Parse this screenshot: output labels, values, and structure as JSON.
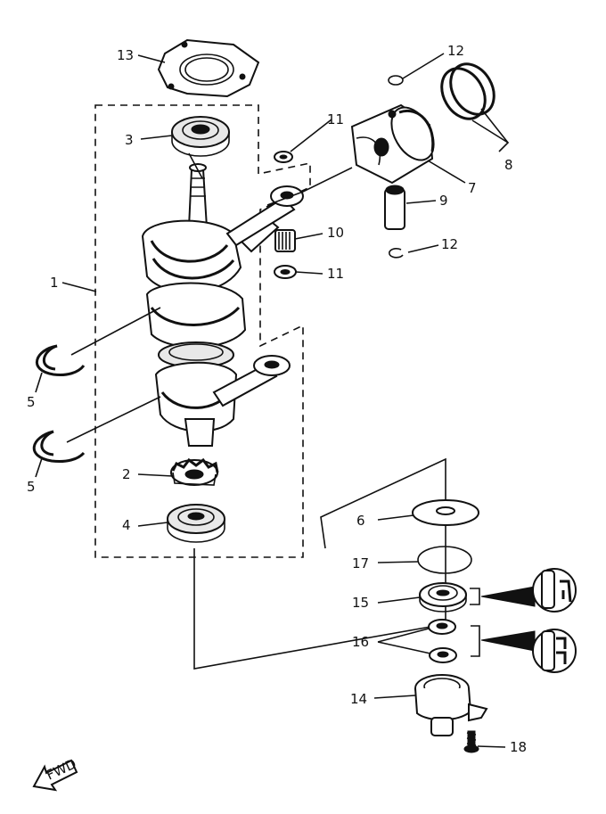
{
  "diagram": {
    "fwd_label": "FWD",
    "callouts": {
      "c1": "1",
      "c2": "2",
      "c3": "3",
      "c4": "4",
      "c5a": "5",
      "c5b": "5",
      "c6": "6",
      "c7": "7",
      "c8": "8",
      "c9": "9",
      "c10": "10",
      "c11a": "11",
      "c11b": "11",
      "c12a": "12",
      "c12b": "12",
      "c13": "13",
      "c14": "14",
      "c15": "15",
      "c16": "16",
      "c17": "17",
      "c18": "18"
    }
  }
}
